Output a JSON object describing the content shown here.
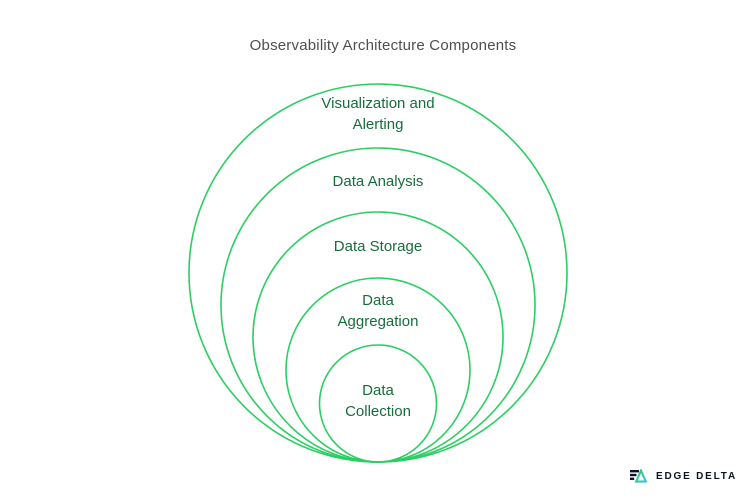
{
  "title": "Observability Architecture Components",
  "diagram": {
    "type": "nested-circles",
    "stroke_color": "#2cce62",
    "label_color": "#176d3b",
    "rings": [
      {
        "name": "visualization-and-alerting",
        "lines": [
          "Visualization and",
          "Alerting"
        ]
      },
      {
        "name": "data-analysis",
        "lines": [
          "Data Analysis"
        ]
      },
      {
        "name": "data-storage",
        "lines": [
          "Data Storage"
        ]
      },
      {
        "name": "data-aggregation",
        "lines": [
          "Data",
          "Aggregation"
        ]
      },
      {
        "name": "data-collection",
        "lines": [
          "Data",
          "Collection"
        ]
      }
    ]
  },
  "logo": {
    "text": "EDGE DELTA",
    "text_color": "#0d1424",
    "mark": {
      "bars_color": "#0d1424",
      "triangle_gradient_start": "#2cce62",
      "triangle_gradient_end": "#38c3e8"
    }
  }
}
